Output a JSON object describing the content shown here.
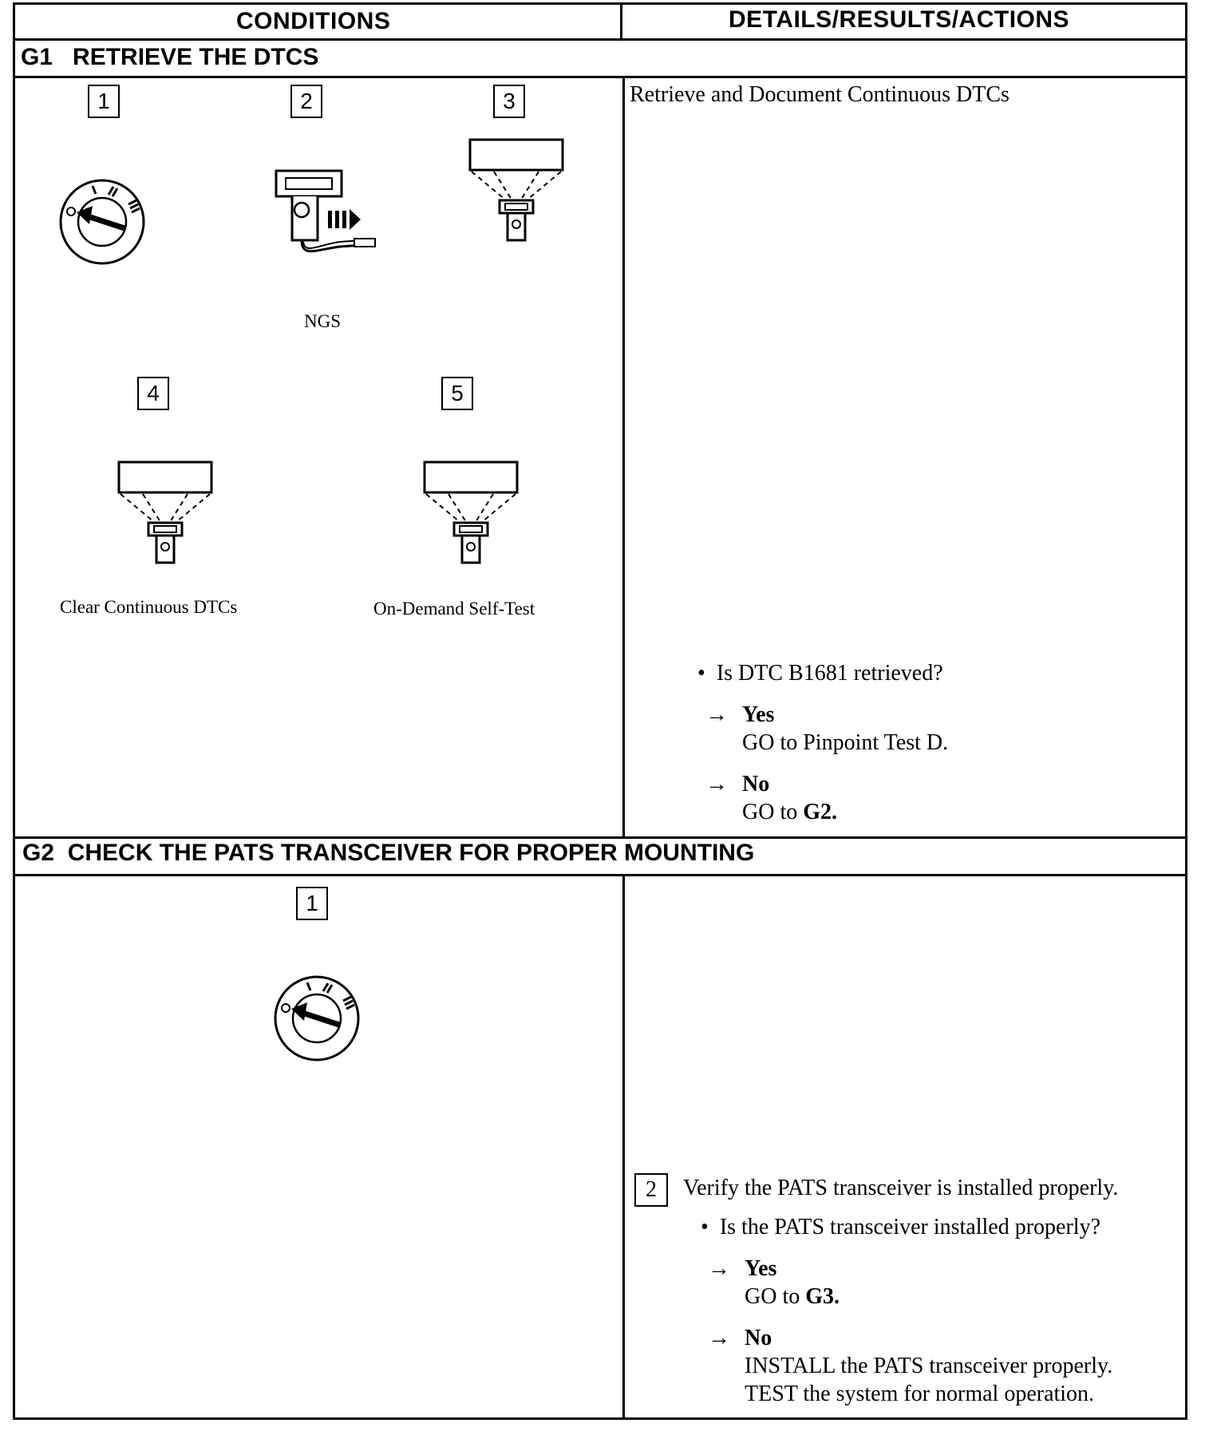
{
  "header": {
    "conditions": "CONDITIONS",
    "details": "DETAILS/RESULTS/ACTIONS"
  },
  "g1": {
    "code": "G1",
    "title": "RETRIEVE THE DTCS",
    "steps": [
      {
        "num": "1",
        "icon": "ignition-switch-icon"
      },
      {
        "num": "2",
        "icon": "ngs-tester-icon",
        "caption": "NGS"
      },
      {
        "num": "3",
        "icon": "scan-tool-display-icon"
      },
      {
        "num": "4",
        "icon": "scan-tool-display-icon",
        "caption": "Clear Continuous DTCs"
      },
      {
        "num": "5",
        "icon": "scan-tool-display-icon",
        "caption": "On-Demand Self-Test"
      }
    ],
    "details": {
      "intro": "Retrieve and Document Continuous DTCs",
      "question": "Is DTC B1681 retrieved?",
      "yes_label": "Yes",
      "yes_action": "GO to Pinpoint Test D.",
      "no_label": "No",
      "no_action_prefix": "GO to",
      "no_action_target": "G2."
    }
  },
  "g2": {
    "code": "G2",
    "title": "CHECK THE PATS TRANSCEIVER FOR PROPER MOUNTING",
    "steps": [
      {
        "num": "1",
        "icon": "ignition-switch-icon"
      }
    ],
    "details": {
      "step_num": "2",
      "instruction": "Verify the PATS transceiver is installed properly.",
      "question": "Is the PATS transceiver installed properly?",
      "yes_label": "Yes",
      "yes_action_prefix": "GO to",
      "yes_action_target": "G3.",
      "no_label": "No",
      "no_action_line1": "INSTALL the PATS transceiver properly.",
      "no_action_line2": "TEST the system for normal operation."
    }
  },
  "glyphs": {
    "bullet": "•",
    "arrow": "→"
  }
}
